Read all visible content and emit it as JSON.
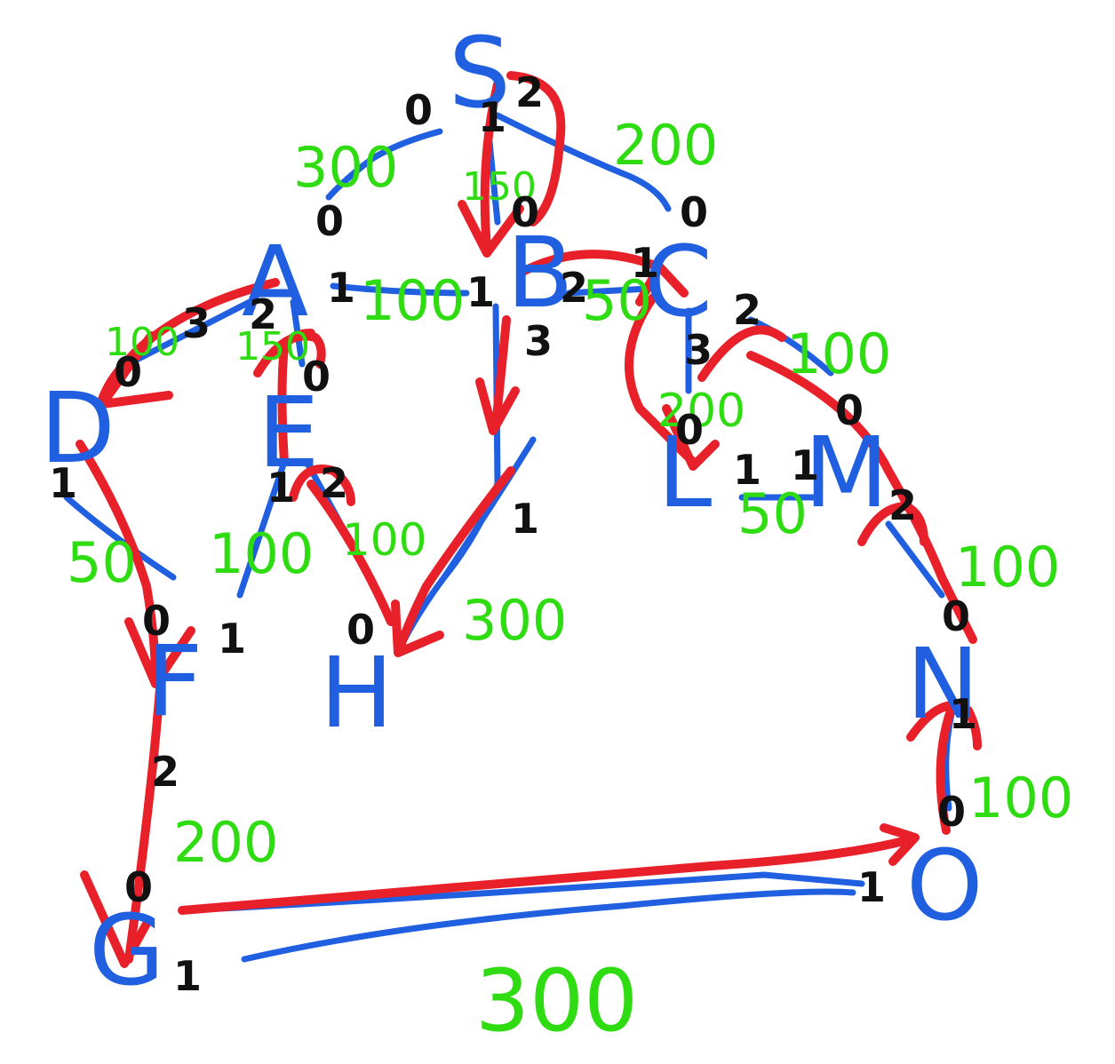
{
  "colors": {
    "node": "#1f5fe0",
    "edge": "#1f5fe0",
    "weight": "#2fdc12",
    "port": "#111111",
    "path": "#e8202a"
  },
  "nodes": [
    {
      "id": "S",
      "label": "S"
    },
    {
      "id": "A",
      "label": "A"
    },
    {
      "id": "B",
      "label": "B"
    },
    {
      "id": "C",
      "label": "C"
    },
    {
      "id": "D",
      "label": "D"
    },
    {
      "id": "E",
      "label": "E"
    },
    {
      "id": "F",
      "label": "F"
    },
    {
      "id": "G",
      "label": "G"
    },
    {
      "id": "H",
      "label": "H"
    },
    {
      "id": "L",
      "label": "L"
    },
    {
      "id": "M",
      "label": "M"
    },
    {
      "id": "N",
      "label": "N"
    },
    {
      "id": "O",
      "label": "O"
    }
  ],
  "edges": [
    {
      "id": "S-A",
      "weight": "300",
      "ports": [
        "0",
        "0"
      ]
    },
    {
      "id": "S-B",
      "weight": "150",
      "ports": [
        "1",
        "0"
      ]
    },
    {
      "id": "S-C",
      "weight": "200",
      "ports": [
        "2",
        "0"
      ]
    },
    {
      "id": "A-B",
      "weight": "100",
      "ports": [
        "1",
        "1"
      ]
    },
    {
      "id": "A-D",
      "weight": "100",
      "ports": [
        "3",
        "0"
      ]
    },
    {
      "id": "A-E",
      "weight": "150",
      "ports": [
        "2",
        "0"
      ]
    },
    {
      "id": "B-C",
      "weight": "50",
      "ports": [
        "2",
        "1"
      ]
    },
    {
      "id": "B-H",
      "weight": "300",
      "ports": [
        "3",
        "1"
      ]
    },
    {
      "id": "C-L",
      "weight": "200",
      "ports": [
        "3",
        "0"
      ]
    },
    {
      "id": "C-M",
      "weight": "100",
      "ports": [
        "2",
        "0"
      ]
    },
    {
      "id": "D-F",
      "weight": "50",
      "ports": [
        "1",
        "0"
      ]
    },
    {
      "id": "E-F",
      "weight": "100",
      "ports": [
        "1",
        "1"
      ]
    },
    {
      "id": "E-H",
      "weight": "100",
      "ports": [
        "2",
        "0"
      ]
    },
    {
      "id": "L-M",
      "weight": "50",
      "ports": [
        "1",
        "1"
      ]
    },
    {
      "id": "M-N",
      "weight": "100",
      "ports": [
        "2",
        "0"
      ]
    },
    {
      "id": "N-O",
      "weight": "100",
      "ports": [
        "1",
        "0"
      ]
    },
    {
      "id": "F-G",
      "weight": "200",
      "ports": [
        "2",
        "0"
      ]
    },
    {
      "id": "G-O",
      "weight": "300",
      "ports": [
        "1",
        "1"
      ]
    }
  ]
}
